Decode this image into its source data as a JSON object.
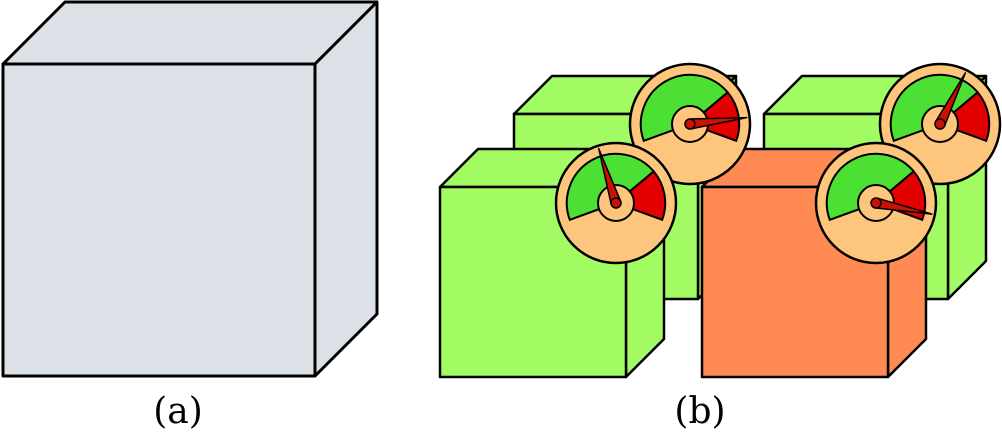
{
  "captions": {
    "a": "(a)",
    "b": "(b)"
  },
  "colors": {
    "plain_cube": "#dbe1e6",
    "healthy_cube": "#a2fb62",
    "faulty_cube": "#ff8a53",
    "gauge_face": "#fec67c",
    "gauge_green": "#4cdf34",
    "gauge_red": "#e20000",
    "needle": "#cc1100",
    "outline": "#000000"
  },
  "panels": {
    "a": {
      "cubes": [
        {
          "state": "plain",
          "gauge": false
        }
      ]
    },
    "b": {
      "cubes": [
        {
          "id": "back-left",
          "state": "healthy",
          "gauge_level": 0.88
        },
        {
          "id": "back-right",
          "state": "healthy",
          "gauge_level": 0.62
        },
        {
          "id": "front-left",
          "state": "healthy",
          "gauge_level": 0.42
        },
        {
          "id": "front-right",
          "state": "faulty",
          "gauge_level": 0.96
        }
      ]
    }
  }
}
